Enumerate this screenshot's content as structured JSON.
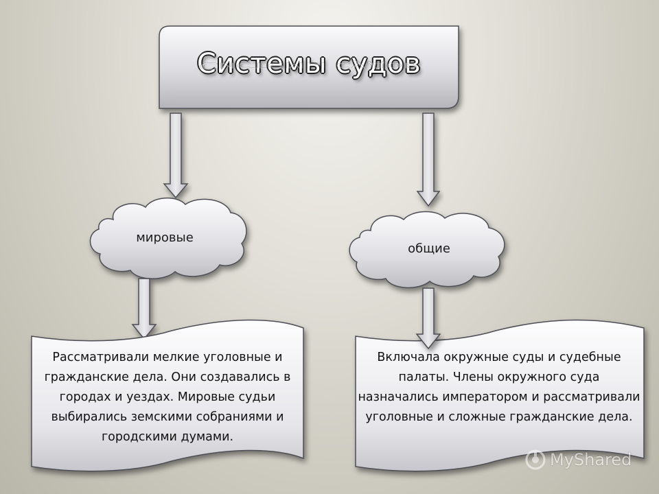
{
  "diagram": {
    "title": "Системы судов",
    "branches": [
      {
        "label": "мировые",
        "description": "Рассматривали мелкие уголовные и гражданские дела. Они создавались в городах и уездах. Мировые судьи выбирались земскими собраниями и городскими думами."
      },
      {
        "label": "общие",
        "description": "Включала окружные суды и судебные палаты. Члены окружного суда назначались императором и рассматривали уголовные и сложные гражданские дела."
      }
    ]
  },
  "watermark": {
    "text": "MyShared",
    "icon": "myshared-logo-icon"
  },
  "colors": {
    "box_fill_top": "#f7f7f9",
    "box_fill_bottom": "#b9b9bd",
    "outline": "#4d4d55",
    "arrow_fill": "#d4d4d8"
  }
}
